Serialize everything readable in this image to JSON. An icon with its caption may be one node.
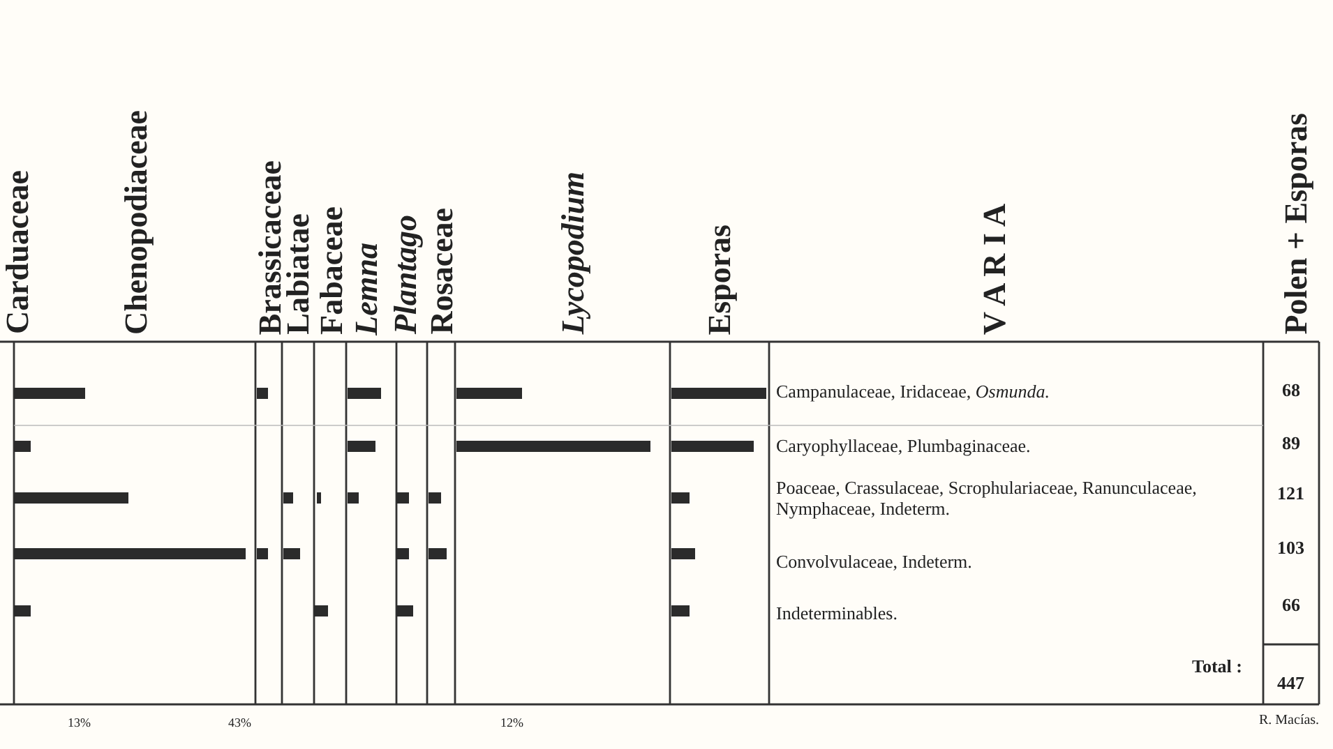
{
  "diagram": {
    "labels": [
      "Carduaceae",
      "Chenopodiaceae",
      "Brassicaceae",
      "Labiatae",
      "Fabaceae",
      "Lemna",
      "Plantago",
      "Rosaceae",
      "Lycopodium",
      "Esporas",
      "V A R I A",
      "Polen + Esporas",
      "Campanulaceae, Iridaceae, *Osmunda.*",
      "68",
      "Caryophyllaceae, Plumbaginaceae.",
      "89",
      "Poaceae, Crassulaceae, Scrophulariaceae, Ranunculaceae, Nymphaceae, Indeterm.",
      "121",
      "Convolvulaceae, Indeterm.",
      "103",
      "Indeterminables.",
      "66",
      "Total :",
      "447",
      "13%",
      "43%",
      "12%",
      "R. Macías."
    ]
  }
}
